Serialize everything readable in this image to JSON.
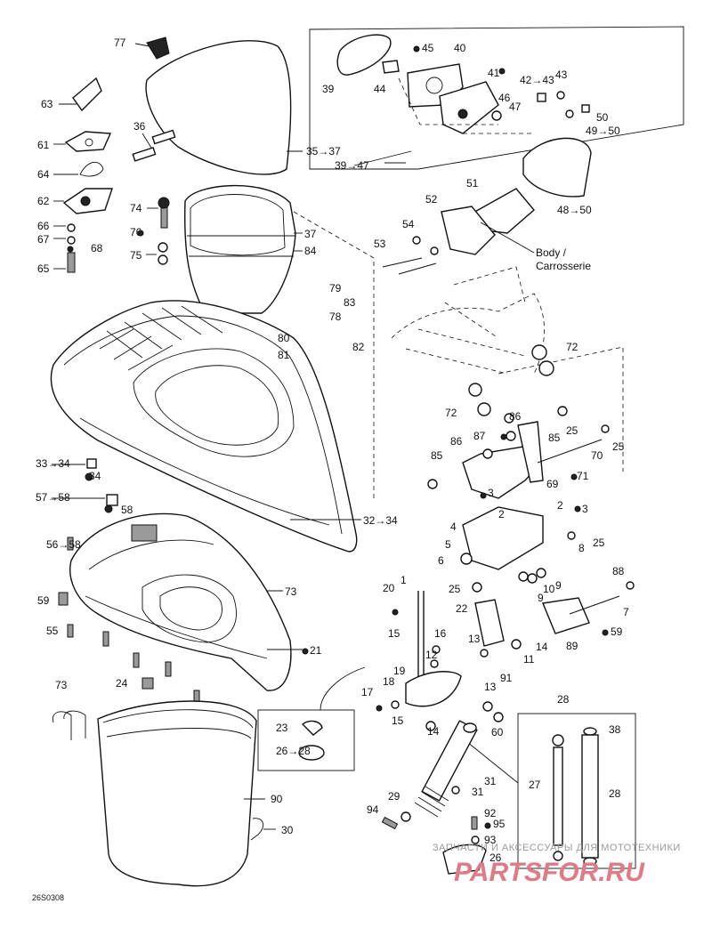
{
  "diagram": {
    "drawing_code": "26S0308",
    "body_label": "Body /\nCarrosserie",
    "watermark_top": "ЗАПЧАСТИ И АКСЕССУАРЫ ДЛЯ МОТОТЕХНИКИ",
    "watermark_logo": "PARTSFOR.RU",
    "callouts": [
      "77",
      "63",
      "61",
      "64",
      "62",
      "66",
      "67",
      "68",
      "65",
      "36",
      "35→37",
      "74",
      "76",
      "75",
      "37",
      "84",
      "39",
      "44",
      "45",
      "40",
      "41",
      "42→43",
      "43",
      "46",
      "47",
      "50",
      "49→50",
      "39→47",
      "51",
      "52",
      "48→50",
      "54",
      "53",
      "79",
      "83",
      "78",
      "80",
      "81",
      "82",
      "72",
      "72",
      "86",
      "87",
      "85",
      "25",
      "70",
      "86",
      "85",
      "25",
      "71",
      "69",
      "33→34",
      "34",
      "57→58",
      "58",
      "32→34",
      "3",
      "2",
      "2",
      "3",
      "4",
      "8",
      "5",
      "25",
      "6",
      "9",
      "10",
      "9",
      "25",
      "88",
      "7",
      "89",
      "59",
      "56→58",
      "73",
      "59",
      "55",
      "21",
      "20",
      "1",
      "22",
      "15",
      "16",
      "12",
      "13",
      "14",
      "11",
      "19",
      "18",
      "17",
      "15",
      "14",
      "13",
      "91",
      "60",
      "73",
      "24",
      "23",
      "26→28",
      "28",
      "38",
      "90",
      "30",
      "31",
      "31",
      "29",
      "94",
      "92",
      "95",
      "93",
      "26",
      "27",
      "28"
    ]
  }
}
